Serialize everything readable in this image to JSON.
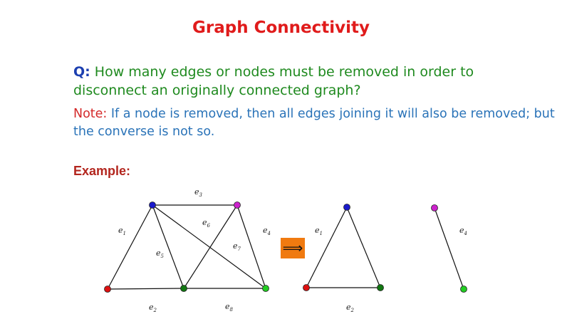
{
  "title": "Graph Connectivity",
  "question": {
    "label": "Q:",
    "text": " How many edges or nodes must be removed in order to disconnect an originally connected graph?"
  },
  "note": {
    "label": "Note:",
    "text": " If a node is removed, then all edges joining it will also be removed; but the converse is not so."
  },
  "example_label": "Example:",
  "colors": {
    "title": "#e01b1b",
    "question_label": "#1c3fb0",
    "question_text": "#1f8a1f",
    "note_label": "#d42a2a",
    "note_text": "#2a73b8",
    "example": "#b3261e",
    "arrow_box": "#f07a10"
  },
  "arrow_symbol": "⟹",
  "graphs": [
    {
      "nodes": [
        {
          "id": "top",
          "color": "#1a1acc"
        },
        {
          "id": "topright",
          "color": "#cc22cc"
        },
        {
          "id": "left",
          "color": "#dd1111"
        },
        {
          "id": "mid",
          "color": "#117711"
        },
        {
          "id": "right",
          "color": "#22cc22"
        }
      ],
      "edges": [
        {
          "from": "top",
          "to": "left",
          "base": "e",
          "sub": "1"
        },
        {
          "from": "left",
          "to": "mid",
          "base": "e",
          "sub": "2"
        },
        {
          "from": "top",
          "to": "topright",
          "base": "e",
          "sub": "3"
        },
        {
          "from": "topright",
          "to": "right",
          "base": "e",
          "sub": "4"
        },
        {
          "from": "top",
          "to": "mid",
          "base": "e",
          "sub": "5"
        },
        {
          "from": "top",
          "to": "right",
          "base": "e",
          "sub": "6"
        },
        {
          "from": "topright",
          "to": "mid",
          "base": "e",
          "sub": "7"
        },
        {
          "from": "mid",
          "to": "right",
          "base": "e",
          "sub": "8"
        }
      ]
    },
    {
      "nodes": [
        {
          "id": "top",
          "color": "#1a1acc"
        },
        {
          "id": "left",
          "color": "#dd1111"
        },
        {
          "id": "right",
          "color": "#117711"
        }
      ],
      "edges": [
        {
          "from": "top",
          "to": "left",
          "base": "e",
          "sub": "1"
        },
        {
          "from": "left",
          "to": "right",
          "base": "e",
          "sub": "2"
        },
        {
          "from": "top",
          "to": "right",
          "base": "e",
          "sub": ""
        }
      ]
    },
    {
      "nodes": [
        {
          "id": "top",
          "color": "#cc22cc"
        },
        {
          "id": "bottom",
          "color": "#22cc22"
        }
      ],
      "edges": [
        {
          "from": "top",
          "to": "bottom",
          "base": "e",
          "sub": "4"
        }
      ]
    }
  ]
}
